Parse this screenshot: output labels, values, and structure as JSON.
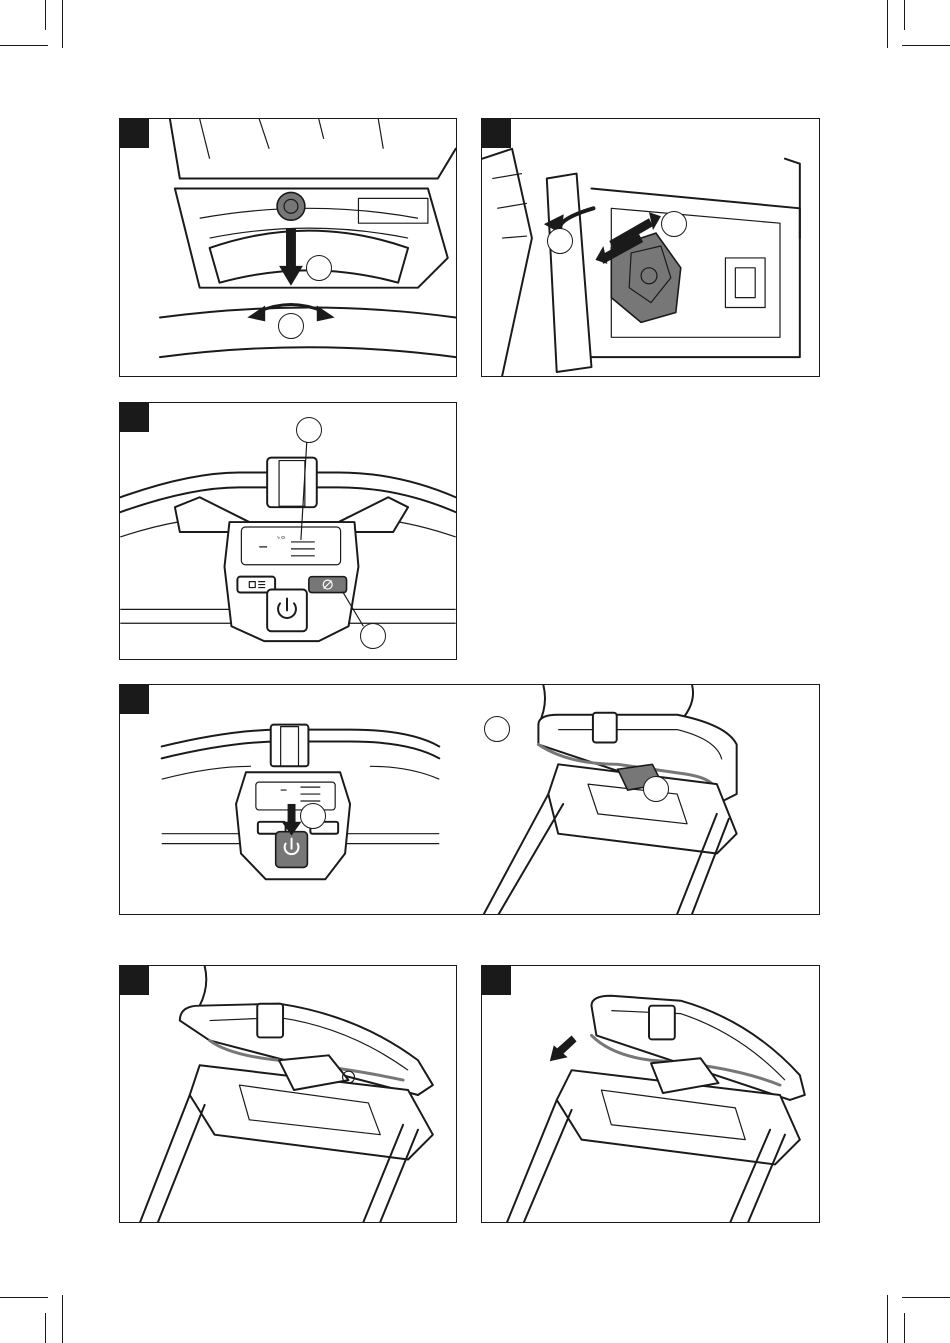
{
  "page": {
    "figures": [
      {
        "id": "fig1",
        "callouts": [
          "",
          ""
        ]
      },
      {
        "id": "fig2",
        "callouts": [
          "",
          ""
        ]
      },
      {
        "id": "fig3",
        "callouts": [
          "",
          ""
        ]
      },
      {
        "id": "fig4",
        "callouts": [
          "",
          "",
          ""
        ]
      },
      {
        "id": "fig5",
        "callouts": []
      },
      {
        "id": "fig6",
        "callouts": []
      }
    ]
  },
  "icons": [
    "power-icon",
    "light-icon",
    "no-blade-icon"
  ],
  "colors": {
    "ink": "#1a1a1a",
    "highlight": "#777777",
    "paper": "#ffffff"
  }
}
